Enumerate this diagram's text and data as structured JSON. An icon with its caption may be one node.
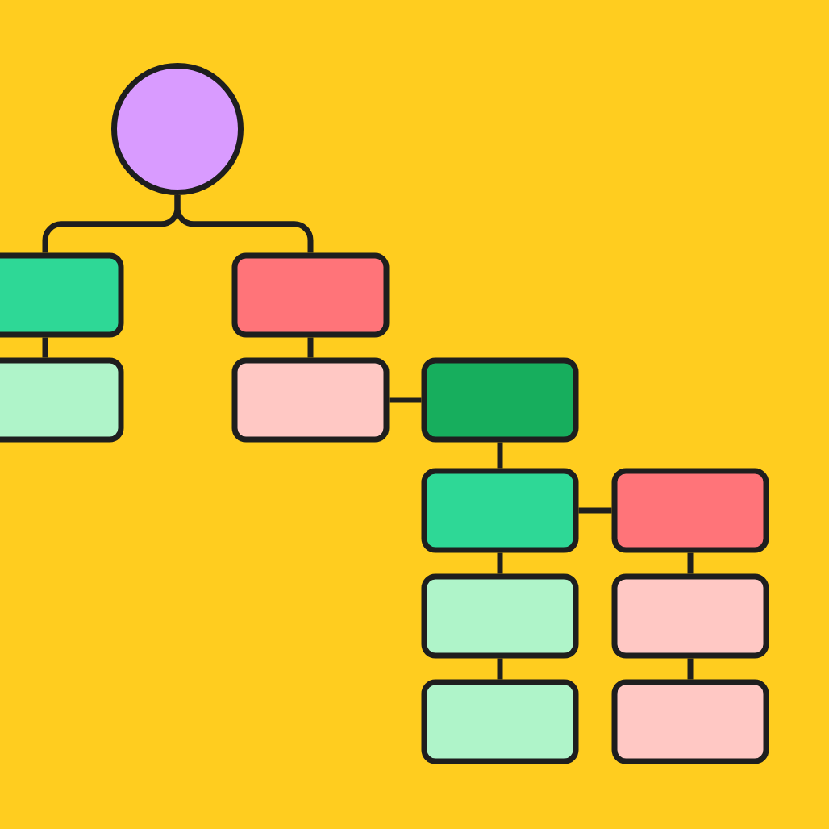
{
  "diagram": {
    "nodes": [
      {
        "text": [],
        "shape": "circle"
      },
      {
        "text": [],
        "shape": "box"
      },
      {
        "text": [],
        "shape": "box"
      },
      {
        "text": [],
        "shape": "box"
      },
      {
        "text": [],
        "shape": "box"
      },
      {
        "text": [],
        "shape": "box"
      },
      {
        "text": [],
        "shape": "box"
      },
      {
        "text": [],
        "shape": "box"
      },
      {
        "text": [],
        "shape": "box"
      },
      {
        "text": [],
        "shape": "box"
      },
      {
        "text": [],
        "shape": "box"
      },
      {
        "text": [],
        "shape": "box"
      }
    ],
    "edges": [
      {
        "from": 0,
        "to": 1,
        "arrow": "none"
      },
      {
        "from": 0,
        "to": 2,
        "arrow": "none"
      },
      {
        "from": 1,
        "to": 3,
        "arrow": "none"
      },
      {
        "from": 2,
        "to": 4,
        "arrow": "none"
      },
      {
        "from": 4,
        "to": 5,
        "arrow": "none"
      },
      {
        "from": 5,
        "to": 6,
        "arrow": "none"
      },
      {
        "from": 6,
        "to": 7,
        "arrow": "none"
      },
      {
        "from": 6,
        "to": 8,
        "arrow": "none"
      },
      {
        "from": 7,
        "to": 9,
        "arrow": "none"
      },
      {
        "from": 8,
        "to": 10,
        "arrow": "none"
      },
      {
        "from": 9,
        "to": 11,
        "arrow": "none"
      }
    ]
  }
}
